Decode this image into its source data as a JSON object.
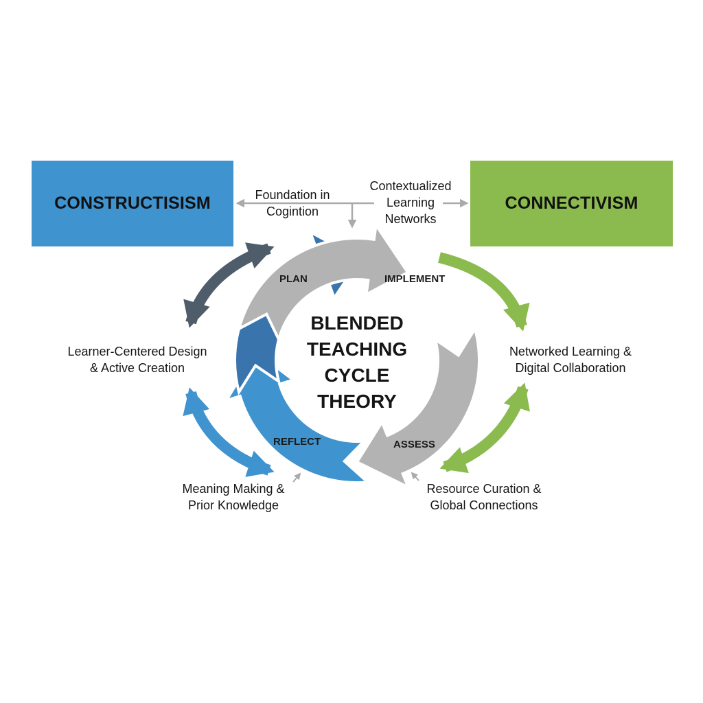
{
  "frameworks": {
    "left": {
      "label": "CONSTRUCTISISM",
      "color": "#3f93cf"
    },
    "right": {
      "label": "CONNECTIVISM",
      "color": "#8bbb4e"
    }
  },
  "connectors": {
    "left_label": [
      "Foundation in",
      "Cogintion"
    ],
    "right_label": [
      "Contextualized",
      "Learning",
      "Networks"
    ]
  },
  "cycle": {
    "title": [
      "BLENDED",
      "TEACHING",
      "CYCLE",
      "THEORY"
    ],
    "stages": [
      {
        "label": "PLAN",
        "color": "#b3b3b3"
      },
      {
        "label": "IMPLEMENT",
        "color": "#b3b3b3"
      },
      {
        "label": "ASSESS",
        "color": "#3f93cf"
      },
      {
        "label": "REFLECT",
        "color": "#3a74ad"
      }
    ]
  },
  "outcomes": {
    "top_left": [
      "Learner-Centered Design",
      "& Active Creation"
    ],
    "top_right": [
      "Networked Learning &",
      "Digital Collaboration"
    ],
    "bottom_left": [
      "Meaning Making &",
      "Prior Knowledge"
    ],
    "bottom_right": [
      "Resource Curation &",
      "Global Connections"
    ]
  },
  "colors": {
    "gray": "#b3b3b3",
    "dark_slate": "#4f5c6a",
    "blue": "#3f93cf",
    "dark_blue": "#3a74ad",
    "green": "#8bbb4e",
    "connector": "#aaaaaa"
  }
}
